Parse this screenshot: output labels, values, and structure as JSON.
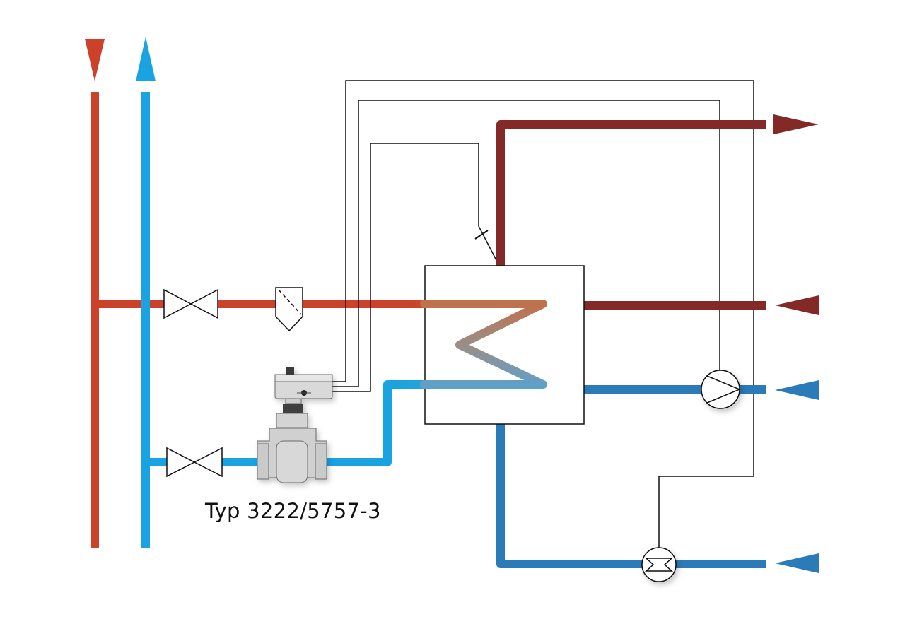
{
  "valve_label": "Typ 3222/5757-3",
  "colors": {
    "primary_supply": "#cc4129",
    "primary_return": "#19a3e0",
    "secondary_supply": "#832a28",
    "secondary_return": "#2b7bb9",
    "signal_line": "#111111",
    "valve_body": "#d0d0d0"
  },
  "components": [
    "primary-supply-pipe",
    "primary-return-pipe",
    "shutoff-valve-supply",
    "strainer",
    "heat-exchanger",
    "temperature-sensor",
    "control-valve-with-actuator",
    "shutoff-valve-return",
    "circulation-pump",
    "flow-meter"
  ]
}
